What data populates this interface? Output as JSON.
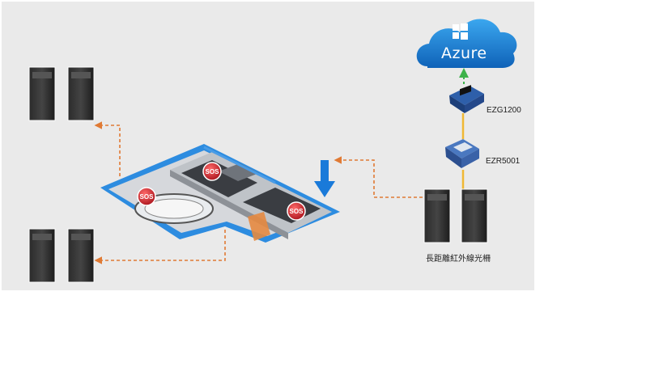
{
  "cloud": {
    "label": "Azure",
    "logo": "windows-logo-icon",
    "color": "#1f7fd6"
  },
  "devices": [
    {
      "label": "EZG1200"
    },
    {
      "label": "EZR5001"
    }
  ],
  "sensor_caption": "長距離紅外線光柵",
  "sos": [
    "SOS",
    "SOS",
    "SOS"
  ],
  "colors": {
    "panel": "#eaeaea",
    "connector_orange": "#e07a34",
    "link_green": "#3db24a",
    "link_yellow": "#f0b834",
    "arrow_blue": "#1a7ad9",
    "structure_blue": "#2d8ce0",
    "sos_red": "#c8232c"
  }
}
